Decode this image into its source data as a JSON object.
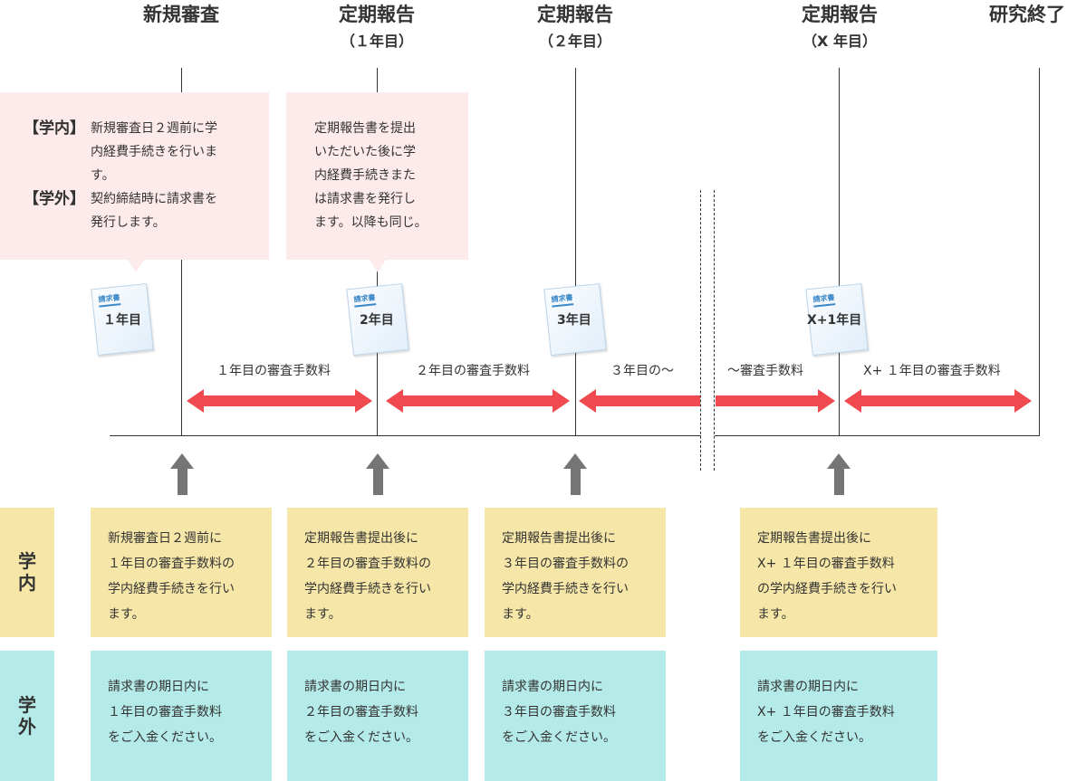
{
  "milestones": [
    {
      "title": "新規審査",
      "sub": ""
    },
    {
      "title": "定期報告",
      "sub": "（１年目）"
    },
    {
      "title": "定期報告",
      "sub": "（２年目）"
    },
    {
      "title": "定期報告",
      "sub": "（X 年目）"
    },
    {
      "title": "研究終了",
      "sub": ""
    }
  ],
  "notes": {
    "first": {
      "tag_in": "【学内】",
      "text_in": [
        "新規審査日２週前に学",
        "内経費手続きを行いま",
        "す。"
      ],
      "tag_out": "【学外】",
      "text_out": [
        "契約締結時に請求書を",
        "発行します。"
      ]
    },
    "second": {
      "lines": [
        "定期報告書を提出",
        "いただいた後に学",
        "内経費手続きまた",
        "は請求書を発行し",
        "ます。以降も同じ。"
      ]
    }
  },
  "invoices": {
    "header": "請求書",
    "labels": [
      "１年目",
      "2年目",
      "3年目",
      "X+1年目"
    ]
  },
  "fees": [
    "１年目の審査手数料",
    "２年目の審査手数料",
    "３年目の〜",
    "〜審査手数料",
    "X+ １年目の審査手数料"
  ],
  "colors": {
    "arrow": "#f0494f",
    "note_bg": "#fdeaea",
    "internal_bg": "#f6e7a8",
    "external_bg": "#b4eae7",
    "up_arrow": "#757575"
  },
  "rows": {
    "internal": {
      "label": [
        "学",
        "内"
      ],
      "cells": [
        [
          "新規審査日２週前に",
          "１年目の審査手数料の",
          "学内経費手続きを行い",
          "ます。"
        ],
        [
          "定期報告書提出後に",
          "２年目の審査手数料の",
          "学内経費手続きを行い",
          "ます。"
        ],
        [
          "定期報告書提出後に",
          "３年目の審査手数料の",
          "学内経費手続きを行い",
          "ます。"
        ],
        [
          "定期報告書提出後に",
          "X+ １年目の審査手数料",
          "の学内経費手続きを行い",
          "ます。"
        ]
      ]
    },
    "external": {
      "label": [
        "学",
        "外"
      ],
      "cells": [
        [
          "請求書の期日内に",
          "１年目の審査手数料",
          "をご入金ください。"
        ],
        [
          "請求書の期日内に",
          "２年目の審査手数料",
          "をご入金ください。"
        ],
        [
          "請求書の期日内に",
          "３年目の審査手数料",
          "をご入金ください。"
        ],
        [
          "請求書の期日内に",
          "X+ １年目の審査手数料",
          "をご入金ください。"
        ]
      ]
    }
  }
}
